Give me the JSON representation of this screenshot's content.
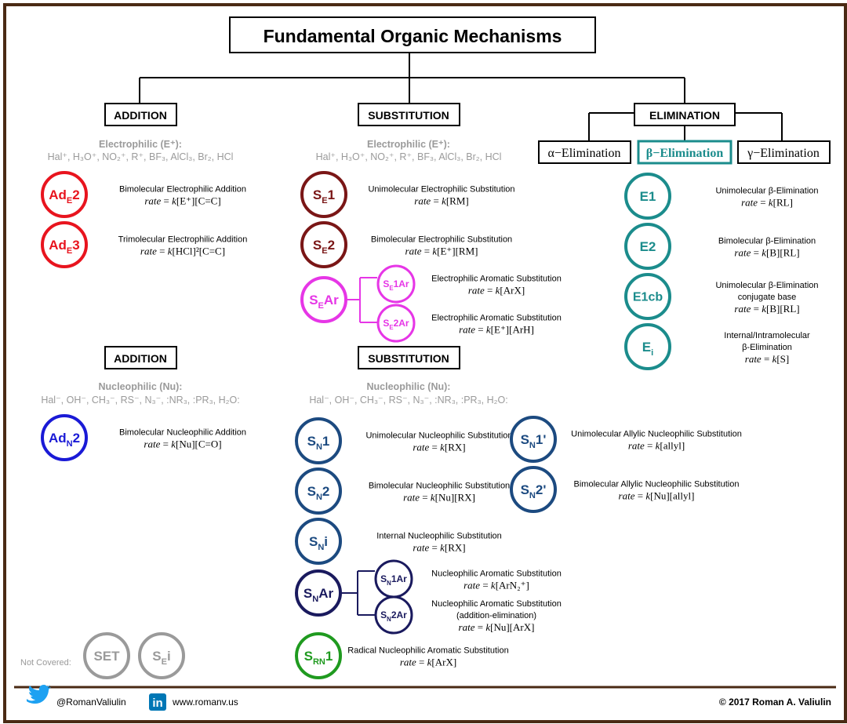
{
  "title": "Fundamental Organic Mechanisms",
  "headers": {
    "addition_electrophilic": "ADDITION",
    "substitution_electrophilic": "SUBSTITUTION",
    "elimination": "ELIMINATION",
    "addition_nucleophilic": "ADDITION",
    "substitution_nucleophilic": "SUBSTITUTION"
  },
  "elimination_types": {
    "alpha": "α−Elimination",
    "beta": "β−Elimination",
    "gamma": "γ−Elimination"
  },
  "electrophile_label": "Electrophilic (E⁺):",
  "electrophile_list": "Hal⁺, H₃O⁺, NO₂⁺, R⁺, BF₃, AlCl₃, Br₂, HCl",
  "nucleophile_label": "Nucleophilic (Nu):",
  "nucleophile_list": "Hal⁻, OH⁻, CH₃⁻, RS⁻, N₃⁻, :NR₃, :PR₃, H₂O:",
  "colors": {
    "red": "#e8141e",
    "maroon": "#7a1616",
    "magenta": "#e636e6",
    "teal": "#1b8c8c",
    "blue": "#1a1ad6",
    "navy": "#1c4a80",
    "darknavy": "#1a1a5e",
    "green": "#1f9a1f",
    "gray": "#9a9a9a",
    "frame": "#4a2a14",
    "twitter": "#1da1f2",
    "linkedin": "#0077b5"
  },
  "mechanisms": {
    "ade2": {
      "main": "Ad",
      "sub": "E",
      "tail": "2",
      "desc": "Bimolecular Electrophilic Addition",
      "rate": "rate = k[E⁺][C=C]"
    },
    "ade3": {
      "main": "Ad",
      "sub": "E",
      "tail": "3",
      "desc": "Trimolecular Electrophilic Addition",
      "rate": "rate = k[HCl]²[C=C]"
    },
    "se1": {
      "main": "S",
      "sub": "E",
      "tail": "1",
      "desc": "Unimolecular Electrophilic Substitution",
      "rate": "rate = k[RM]"
    },
    "se2": {
      "main": "S",
      "sub": "E",
      "tail": "2",
      "desc": "Bimolecular Electrophilic Substitution",
      "rate": "rate = k[E⁺][RM]"
    },
    "sear": {
      "main": "S",
      "sub": "E",
      "tail": "Ar"
    },
    "se1ar": {
      "main": "S",
      "sub": "E",
      "tail": "1Ar",
      "desc": "Electrophilic Aromatic Substitution",
      "rate": "rate = k[ArX]"
    },
    "se2ar": {
      "main": "S",
      "sub": "E",
      "tail": "2Ar",
      "desc": "Electrophilic Aromatic Substitution",
      "rate": "rate = k[E⁺][ArH]"
    },
    "e1": {
      "main": "E1",
      "desc": "Unimolecular β-Elimination",
      "rate": "rate = k[RL]"
    },
    "e2": {
      "main": "E2",
      "desc": "Bimolecular β-Elimination",
      "rate": "rate = k[B][RL]"
    },
    "e1cb": {
      "main": "E1cb",
      "desc": "Unimolecular β-Elimination",
      "desc2": "conjugate base",
      "rate": "rate = k[B][RL]"
    },
    "ei": {
      "main": "E",
      "sub": "i",
      "desc": "Internal/Intramolecular",
      "desc2": "β-Elimination",
      "rate": "rate = k[S]"
    },
    "adn2": {
      "main": "Ad",
      "sub": "N",
      "tail": "2",
      "desc": "Bimolecular Nucleophilic Addition",
      "rate": "rate = k[Nu][C=O]"
    },
    "sn1": {
      "main": "S",
      "sub": "N",
      "tail": "1",
      "desc": "Unimolecular Nucleophilic Substitution",
      "rate": "rate = k[RX]"
    },
    "sn2": {
      "main": "S",
      "sub": "N",
      "tail": "2",
      "desc": "Bimolecular Nucleophilic Substitution",
      "rate": "rate = k[Nu][RX]"
    },
    "sni": {
      "main": "S",
      "sub": "N",
      "tail": "i",
      "desc": "Internal Nucleophilic Substitution",
      "rate": "rate = k[RX]"
    },
    "snar": {
      "main": "S",
      "sub": "N",
      "tail": "Ar"
    },
    "sn1ar": {
      "main": "S",
      "sub": "N",
      "tail": "1Ar",
      "desc": "Nucleophilic Aromatic Substitution",
      "rate": "rate = k[ArN₂⁺]"
    },
    "sn2ar": {
      "main": "S",
      "sub": "N",
      "tail": "2Ar",
      "desc": "Nucleophilic Aromatic Substitution",
      "desc2": "(addition-elimination)",
      "rate": "rate = k[Nu][ArX]"
    },
    "srn1": {
      "main": "S",
      "sub": "RN",
      "tail": "1",
      "desc": "Radical Nucleophilic Aromatic Substitution",
      "rate": "rate = k[ArX]"
    },
    "sn1p": {
      "main": "S",
      "sub": "N",
      "tail": "1'",
      "desc": "Unimolecular Allylic Nucleophilic Substitution",
      "rate": "rate = k[allyl]"
    },
    "sn2p": {
      "main": "S",
      "sub": "N",
      "tail": "2'",
      "desc": "Bimolecular Allylic Nucleophilic Substitution",
      "rate": "rate = k[Nu][allyl]"
    }
  },
  "not_covered_label": "Not Covered:",
  "not_covered": {
    "set": {
      "main": "SET"
    },
    "sei": {
      "main": "S",
      "sub": "E",
      "tail": "i"
    }
  },
  "footer": {
    "twitter_handle": "@RomanValiulin",
    "website": "www.romanv.us",
    "copyright": "© 2017 Roman A. Valiulin",
    "twitter_icon": "twitter-bird",
    "linkedin_icon": "linkedin-logo",
    "linkedin_text": "in"
  }
}
